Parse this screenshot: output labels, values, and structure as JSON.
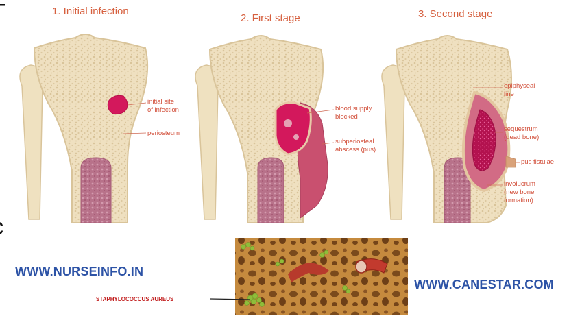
{
  "panels": [
    {
      "title": "1. Initial infection"
    },
    {
      "title": "2. First stage"
    },
    {
      "title": "3. Second stage"
    }
  ],
  "labels": {
    "initial_site": "initial site\nof infection",
    "periosteum": "periosteum",
    "blood_supply": "blood supply\nblocked",
    "abscess": "subperiosteal\nabscess (pus)",
    "epiphyseal": "epiphyseal\nline",
    "sequestrum": "sequestrum\n(dead bone)",
    "pus_fistulae": "pus fistulae",
    "involucrum": "involucrum\n(new bone\nformation)"
  },
  "footer": {
    "left_site": "WWW.NURSEINFO.IN",
    "right_site": "WWW.CANESTAR.COM",
    "staph_label": "STAPHYLOCOCCUS AUREUS"
  },
  "colors": {
    "bone": "#f1e2c2",
    "bone_outline": "#d9c49a",
    "fibula": "#efe1c0",
    "marrow": "#b86b84",
    "infection": "#d3185c",
    "abscess": "#c9506f",
    "label_text": "#d24f3a",
    "link_text": "#2d53a6"
  }
}
